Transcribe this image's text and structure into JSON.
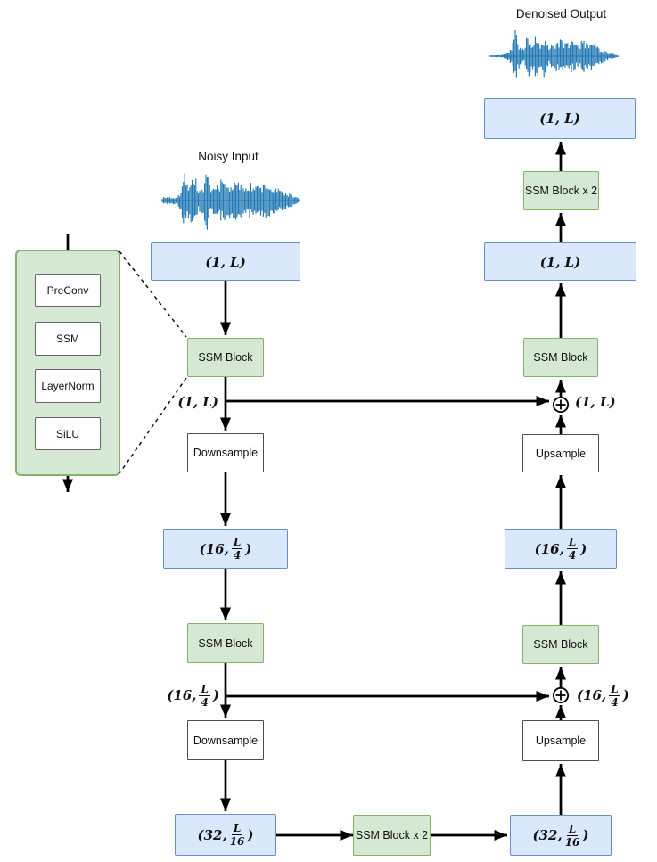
{
  "colors": {
    "blue_fill": "#dae8fc",
    "blue_border": "#6c8ebf",
    "green_fill": "#d5e8d4",
    "green_border": "#82b366",
    "white_fill": "#ffffff",
    "white_border": "#4d4d4d",
    "arrow": "#000000",
    "waveform": "#1f77b4"
  },
  "titles": {
    "output": "Denoised Output",
    "input": "Noisy Input"
  },
  "inset": {
    "blocks": [
      "PreConv",
      "SSM",
      "LayerNorm",
      "SiLU"
    ]
  },
  "blocks": {
    "ssm": "SSM Block",
    "ssm_x2": "SSM Block x 2",
    "downsample": "Downsample",
    "upsample": "Upsample"
  },
  "dims": {
    "d1": "(1, L)",
    "d16": {
      "pre": "(16,",
      "num": "L",
      "den": "4",
      "post": ")"
    },
    "d32": {
      "pre": "(32,",
      "num": "L",
      "den": "16",
      "post": ")"
    }
  },
  "icons": {
    "sum_junction": "circled-plus"
  },
  "waveforms": {
    "noisy": {
      "seed": 7,
      "floor": 0.1,
      "points": [
        [
          0,
          0.1
        ],
        [
          0.05,
          0.14
        ],
        [
          0.1,
          0.12
        ],
        [
          0.14,
          0.3
        ],
        [
          0.17,
          1.0
        ],
        [
          0.2,
          0.6
        ],
        [
          0.24,
          0.95
        ],
        [
          0.27,
          0.35
        ],
        [
          0.3,
          0.45
        ],
        [
          0.33,
          1.0
        ],
        [
          0.36,
          0.35
        ],
        [
          0.4,
          0.55
        ],
        [
          0.44,
          0.75
        ],
        [
          0.48,
          0.5
        ],
        [
          0.52,
          0.65
        ],
        [
          0.56,
          0.6
        ],
        [
          0.6,
          0.55
        ],
        [
          0.64,
          0.6
        ],
        [
          0.68,
          0.5
        ],
        [
          0.72,
          0.55
        ],
        [
          0.76,
          0.6
        ],
        [
          0.8,
          0.45
        ],
        [
          0.85,
          0.4
        ],
        [
          0.9,
          0.3
        ],
        [
          0.95,
          0.18
        ],
        [
          1,
          0.08
        ]
      ]
    },
    "denoised": {
      "seed": 11,
      "floor": 0.02,
      "points": [
        [
          0,
          0.03
        ],
        [
          0.08,
          0.05
        ],
        [
          0.13,
          0.1
        ],
        [
          0.17,
          0.3
        ],
        [
          0.2,
          1.0
        ],
        [
          0.23,
          0.45
        ],
        [
          0.27,
          0.25
        ],
        [
          0.3,
          0.95
        ],
        [
          0.33,
          0.4
        ],
        [
          0.36,
          1.0
        ],
        [
          0.39,
          0.35
        ],
        [
          0.43,
          0.9
        ],
        [
          0.46,
          0.3
        ],
        [
          0.5,
          0.5
        ],
        [
          0.55,
          0.6
        ],
        [
          0.6,
          0.55
        ],
        [
          0.64,
          0.6
        ],
        [
          0.68,
          0.5
        ],
        [
          0.72,
          0.55
        ],
        [
          0.76,
          0.6
        ],
        [
          0.8,
          0.55
        ],
        [
          0.85,
          0.35
        ],
        [
          0.9,
          0.18
        ],
        [
          0.96,
          0.08
        ],
        [
          1,
          0.03
        ]
      ]
    }
  }
}
